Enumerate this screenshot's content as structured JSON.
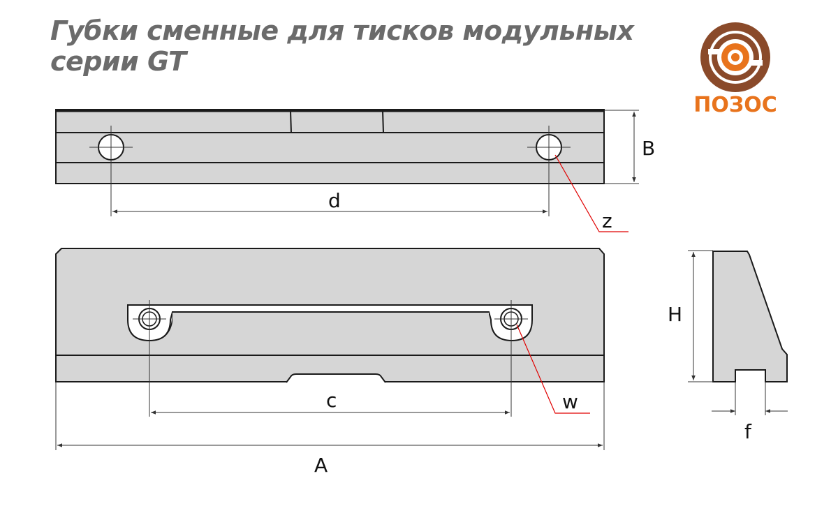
{
  "title": {
    "line1": "Губки сменные для тисков модульных",
    "line2": "серии GT"
  },
  "logo": {
    "text": "ПОЗОС",
    "colors": {
      "brown": "#8a4a2a",
      "orange": "#e8731c"
    }
  },
  "dimensions": {
    "A": "A",
    "B": "B",
    "c": "c",
    "d": "d",
    "f": "f",
    "H": "H",
    "w": "w",
    "z": "z"
  },
  "colors": {
    "part_fill": "#d6d6d6",
    "outline": "#1a1a1a",
    "leader": "#e00000",
    "dim_line": "#333333"
  }
}
